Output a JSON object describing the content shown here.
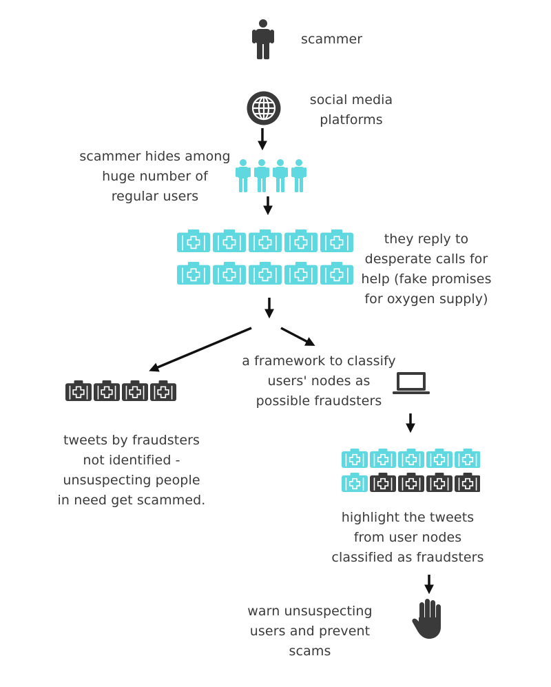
{
  "labels": {
    "scammer": "scammer",
    "social_media": [
      "social media",
      "platforms"
    ],
    "hides": [
      "scammer hides among",
      "huge number of",
      "regular users"
    ],
    "reply": [
      "they reply to",
      "desperate calls for",
      "help  (fake promises",
      "for oxygen supply)"
    ],
    "framework": [
      "a framework to classify",
      "users' nodes as",
      "possible fraudsters"
    ],
    "not_identified": [
      "tweets by fraudsters",
      "not identified -",
      "unsuspecting people",
      "in need get scammed."
    ],
    "highlight": [
      "highlight the tweets",
      "from user nodes",
      "classified as fraudsters"
    ],
    "warn": [
      "warn unsuspecting",
      "users and prevent",
      "scams"
    ]
  },
  "icons": {
    "person": "person-icon",
    "globe": "globe-icon",
    "crowd": "people-icon",
    "kit": "medical-kit-icon",
    "laptop": "laptop-icon",
    "hand": "hand-stop-icon"
  },
  "colors": {
    "dark": "#3a3a3a",
    "teal": "#5fd8e0",
    "text": "#3a3a3a"
  },
  "grids": {
    "top_rows": [
      [
        "teal",
        "teal",
        "teal",
        "teal",
        "teal"
      ],
      [
        "teal",
        "teal",
        "teal",
        "teal",
        "teal"
      ]
    ],
    "left_row": [
      [
        "dark",
        "dark",
        "dark",
        "dark"
      ]
    ],
    "right_rows": [
      [
        "teal",
        "teal",
        "teal",
        "teal",
        "teal"
      ],
      [
        "teal",
        "dark",
        "dark",
        "dark",
        "dark"
      ]
    ]
  }
}
